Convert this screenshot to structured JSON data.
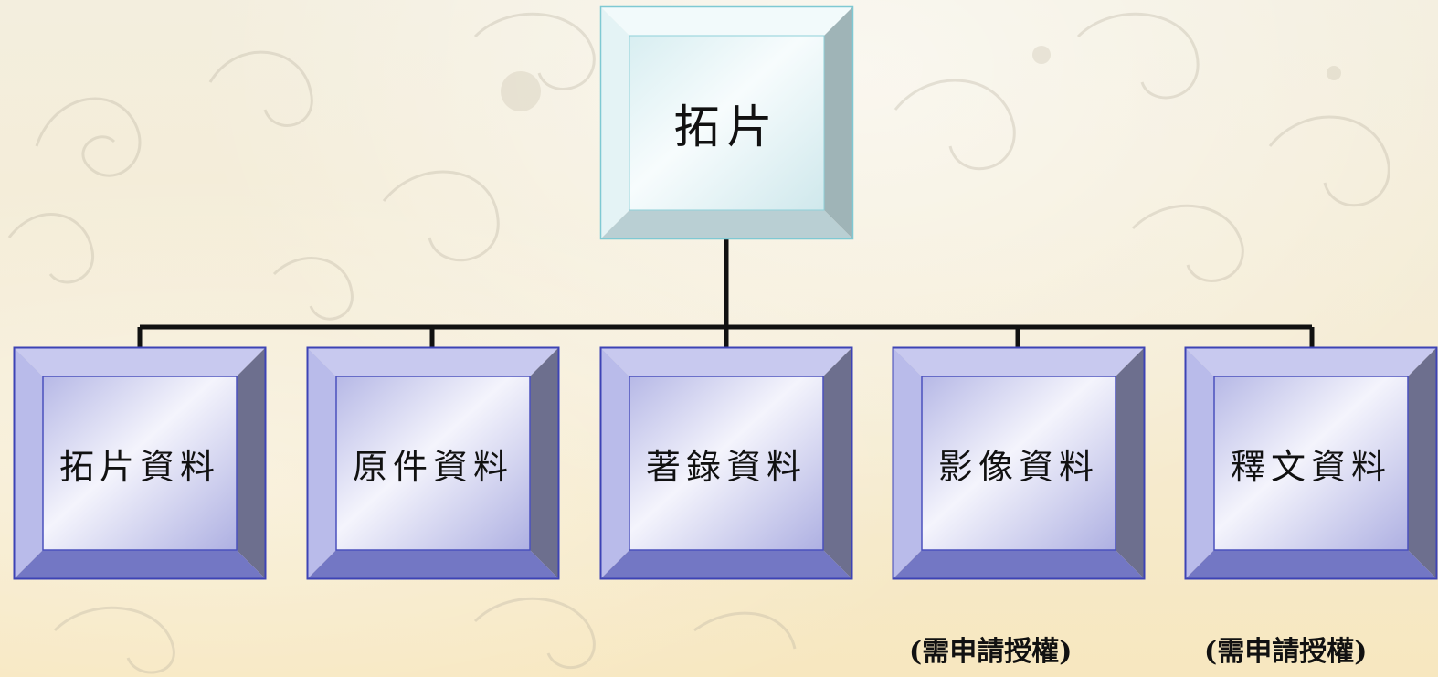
{
  "diagram": {
    "root": {
      "label": "拓片"
    },
    "children": [
      {
        "label": "拓片資料"
      },
      {
        "label": "原件資料"
      },
      {
        "label": "著錄資料"
      },
      {
        "label": "影像資料"
      },
      {
        "label": "釋文資料"
      }
    ],
    "notes": [
      {
        "label": "(需申請授權)"
      },
      {
        "label": "(需申請授權)"
      }
    ]
  },
  "colors": {
    "root_face": "#e8f4f6",
    "root_border": "#7fc9d3",
    "child_face": "#c4c5ea",
    "child_border": "#3d43b5",
    "connector": "#111111",
    "background": "#f5ecd4"
  }
}
